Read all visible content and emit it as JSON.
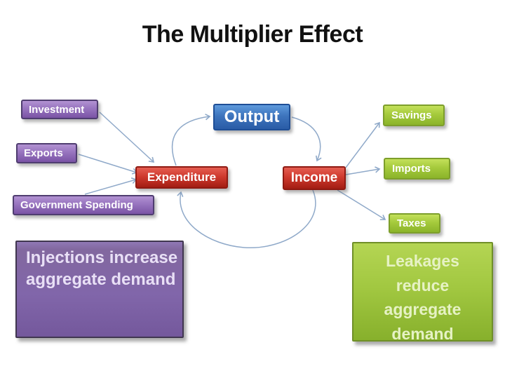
{
  "title": "The Multiplier Effect",
  "colors": {
    "arrow": "#8fa9c9",
    "purple_border": "#4f3d70",
    "red_border": "#8e1a12",
    "blue_border": "#1e4e96",
    "green_border": "#7d9e2b",
    "big_purple_border": "#40364f",
    "big_green_border": "#6f8f28",
    "title_color": "#111111",
    "background": "#ffffff"
  },
  "nodes": {
    "investment": {
      "label": "Investment"
    },
    "exports": {
      "label": "Exports"
    },
    "government_spending": {
      "label": "Government Spending"
    },
    "expenditure": {
      "label": "Expenditure"
    },
    "output": {
      "label": "Output"
    },
    "income": {
      "label": "Income"
    },
    "savings": {
      "label": "Savings"
    },
    "imports": {
      "label": "Imports"
    },
    "taxes": {
      "label": "Taxes"
    }
  },
  "notes": {
    "injections": "Injections increase aggregate demand",
    "leakages": "Leakages reduce aggregate demand"
  },
  "edges": [
    {
      "from": "investment",
      "to": "expenditure"
    },
    {
      "from": "exports",
      "to": "expenditure"
    },
    {
      "from": "government_spending",
      "to": "expenditure"
    },
    {
      "from": "expenditure",
      "to": "output"
    },
    {
      "from": "output",
      "to": "income"
    },
    {
      "from": "income",
      "to": "expenditure"
    },
    {
      "from": "income",
      "to": "savings"
    },
    {
      "from": "income",
      "to": "imports"
    },
    {
      "from": "income",
      "to": "taxes"
    }
  ]
}
